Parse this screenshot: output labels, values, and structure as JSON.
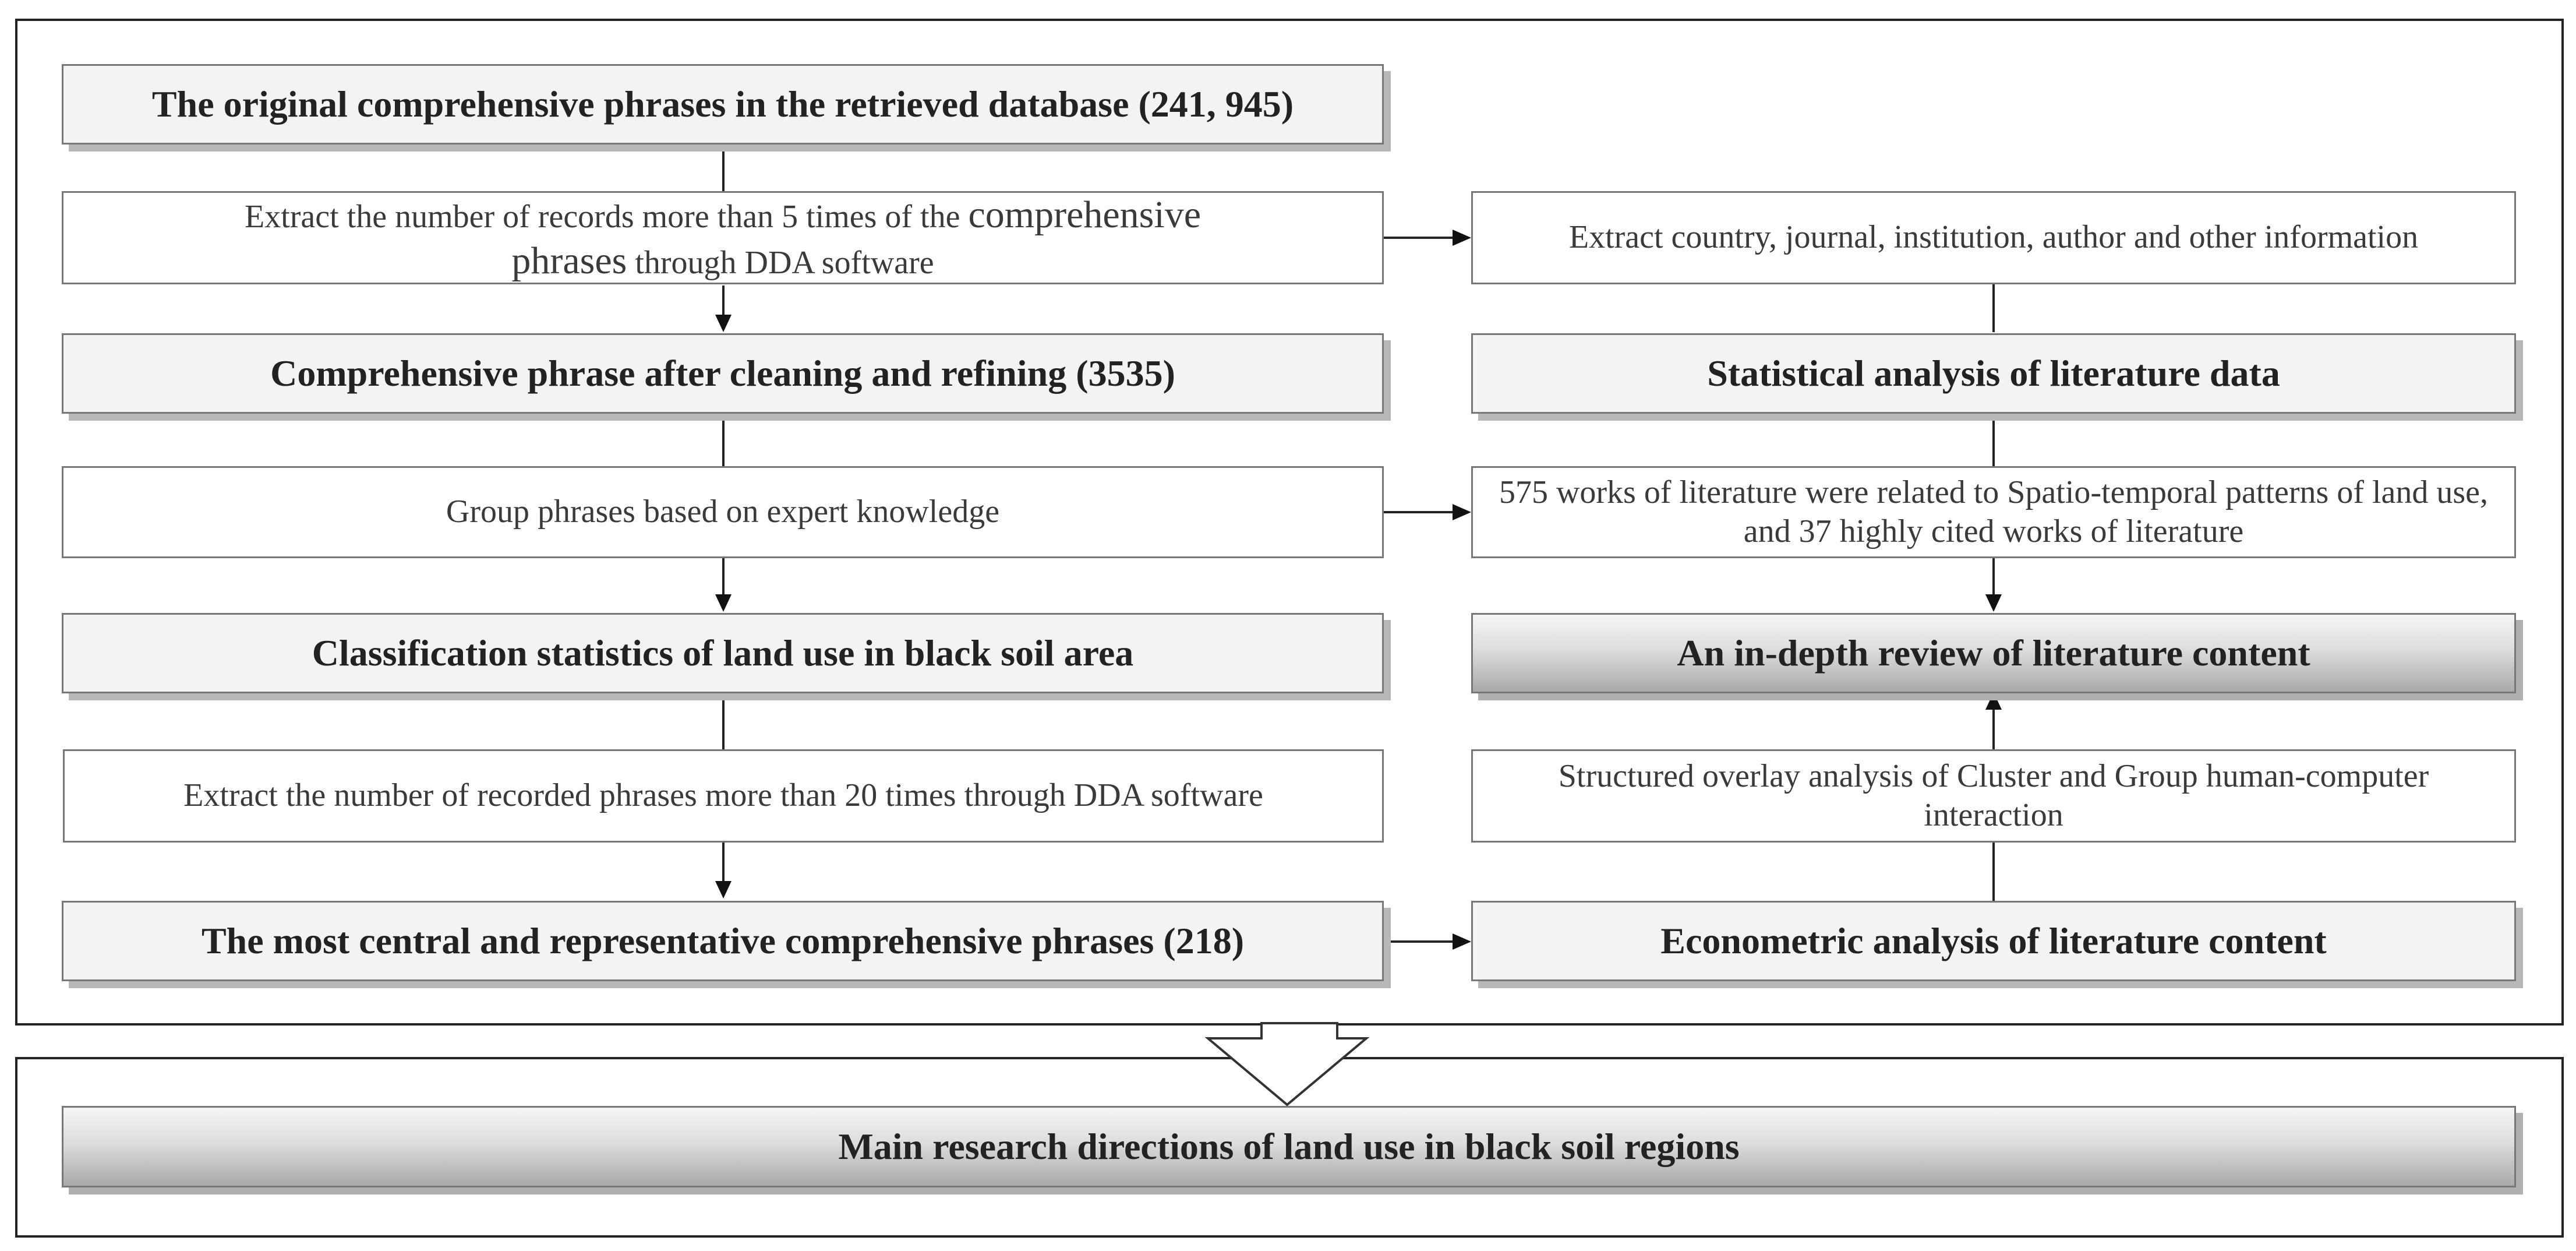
{
  "left_column": {
    "b1": "The original comprehensive phrases in the retrieved database (241, 945)",
    "b2_part1": "Extract the number of records more than 5 times of the",
    "b2_part2": "comprehensive",
    "b2_part3": "phrases",
    "b2_part4": "through DDA software",
    "b3": "Comprehensive phrase after cleaning and refining (3535)",
    "b4": "Group phrases based on expert knowledge",
    "b5": "Classification statistics of land use in black soil area",
    "b6": "Extract the number of recorded phrases more than 20 times through DDA software",
    "b7": "The most central and representative comprehensive phrases (218)"
  },
  "right_column": {
    "r1": "Extract country, journal, institution, author and other information",
    "r2": "Statistical analysis of literature data",
    "r3": "575 works of literature were related to Spatio-temporal patterns of land use, and 37 highly cited works of literature",
    "r4": "An in-depth review of literature content",
    "r5": "Structured overlay analysis of Cluster and Group human-computer interaction",
    "r6": "Econometric analysis of literature content"
  },
  "result": {
    "label": "Main research directions of land use in black soil regions"
  },
  "colors": {
    "frame": "#222222",
    "box_border": "#777777",
    "header_fill": "#f3f3f3",
    "shadow": "#b8b8b8",
    "arrow": "#111111"
  }
}
